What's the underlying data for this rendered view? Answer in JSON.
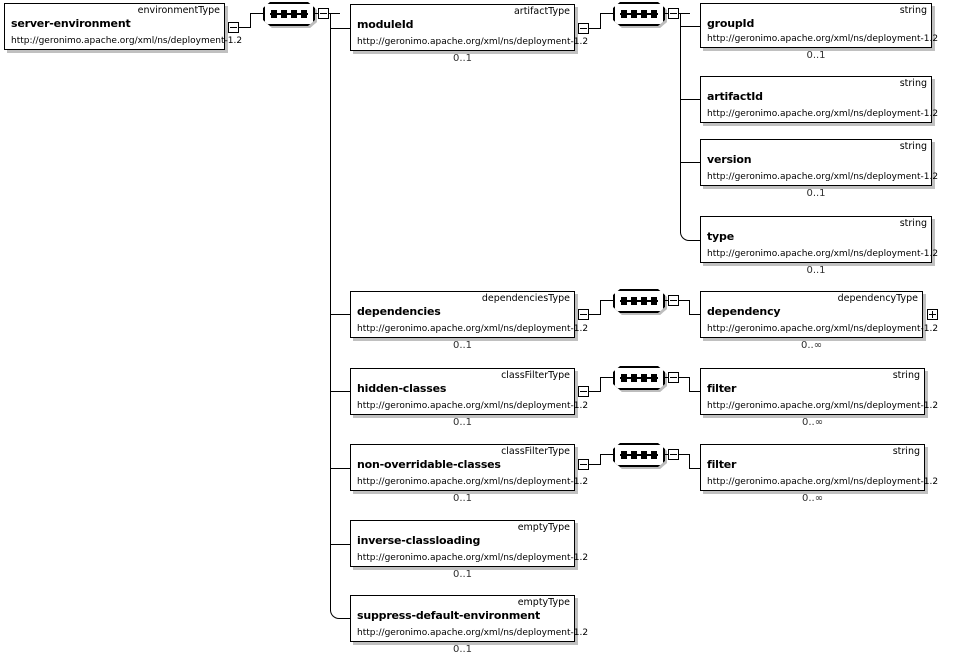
{
  "diagram": {
    "title": "server-environment schema diagram",
    "namespace": "http://geronimo.apache.org/xml/ns/deployment-1.2",
    "colors": {
      "line": "#000000",
      "box_fill": "#ffffff",
      "shadow": "#c0c0c0",
      "text": "#000000"
    }
  },
  "nodes": {
    "server_environment": {
      "name": "server-environment",
      "type": "environmentType",
      "namespace": "http://geronimo.apache.org/xml/ns/deployment-1.2",
      "multiplicity": ""
    },
    "moduleId": {
      "name": "moduleId",
      "type": "artifactType",
      "namespace": "http://geronimo.apache.org/xml/ns/deployment-1.2",
      "multiplicity": "0..1"
    },
    "groupId": {
      "name": "groupId",
      "type": "string",
      "namespace": "http://geronimo.apache.org/xml/ns/deployment-1.2",
      "multiplicity": "0..1"
    },
    "artifactId": {
      "name": "artifactId",
      "type": "string",
      "namespace": "http://geronimo.apache.org/xml/ns/deployment-1.2",
      "multiplicity": ""
    },
    "version": {
      "name": "version",
      "type": "string",
      "namespace": "http://geronimo.apache.org/xml/ns/deployment-1.2",
      "multiplicity": "0..1"
    },
    "type": {
      "name": "type",
      "type": "string",
      "namespace": "http://geronimo.apache.org/xml/ns/deployment-1.2",
      "multiplicity": "0..1"
    },
    "dependencies": {
      "name": "dependencies",
      "type": "dependenciesType",
      "namespace": "http://geronimo.apache.org/xml/ns/deployment-1.2",
      "multiplicity": "0..1"
    },
    "dependency": {
      "name": "dependency",
      "type": "dependencyType",
      "namespace": "http://geronimo.apache.org/xml/ns/deployment-1.2",
      "multiplicity": "0..∞"
    },
    "hidden_classes": {
      "name": "hidden-classes",
      "type": "classFilterType",
      "namespace": "http://geronimo.apache.org/xml/ns/deployment-1.2",
      "multiplicity": "0..1"
    },
    "hidden_filter": {
      "name": "filter",
      "type": "string",
      "namespace": "http://geronimo.apache.org/xml/ns/deployment-1.2",
      "multiplicity": "0..∞"
    },
    "non_overridable_classes": {
      "name": "non-overridable-classes",
      "type": "classFilterType",
      "namespace": "http://geronimo.apache.org/xml/ns/deployment-1.2",
      "multiplicity": "0..1"
    },
    "non_overridable_filter": {
      "name": "filter",
      "type": "string",
      "namespace": "http://geronimo.apache.org/xml/ns/deployment-1.2",
      "multiplicity": "0..∞"
    },
    "inverse_classloading": {
      "name": "inverse-classloading",
      "type": "emptyType",
      "namespace": "http://geronimo.apache.org/xml/ns/deployment-1.2",
      "multiplicity": "0..1"
    },
    "suppress_default_environment": {
      "name": "suppress-default-environment",
      "type": "emptyType",
      "namespace": "http://geronimo.apache.org/xml/ns/deployment-1.2",
      "multiplicity": "0..1"
    }
  },
  "compositors": {
    "root_sequence": "sequence-compositor",
    "moduleid_sequence": "sequence-compositor",
    "dependencies_sequence": "sequence-compositor",
    "hidden_sequence": "sequence-compositor",
    "non_overridable_sequence": "sequence-compositor"
  },
  "toggles": {
    "server_environment_collapse": "-",
    "moduleid_collapse": "-",
    "root_sequence_collapse": "-",
    "moduleid_sequence_collapse": "-",
    "dependencies_collapse": "-",
    "dependencies_sequence_collapse": "-",
    "hidden_collapse": "-",
    "hidden_sequence_collapse": "-",
    "non_overridable_collapse": "-",
    "non_overridable_sequence_collapse": "-",
    "dependency_expand": "+"
  }
}
